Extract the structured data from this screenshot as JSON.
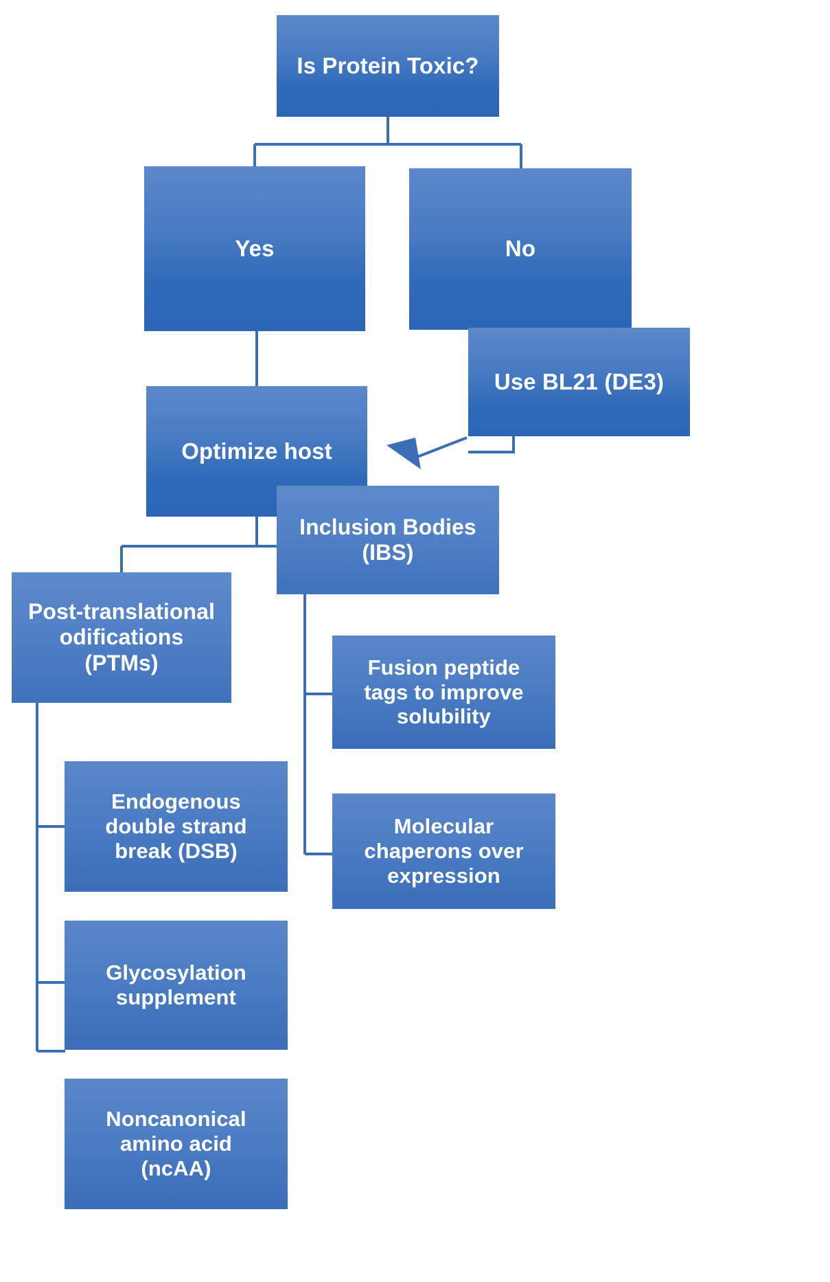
{
  "diagram": {
    "title": "Protein expression host selection decision flowchart",
    "colors": {
      "box_top": "#5b88ca",
      "box_bottom": "#2c66b4",
      "connector": "#3b6eb4",
      "text": "#ffffff",
      "background": "#ffffff"
    },
    "nodes": {
      "root": "Is Protein Toxic?",
      "yes": "Yes",
      "no": "No",
      "optimize_host": "Optimize host",
      "use_bl21": "Use BL21 (DE3)",
      "ptm": "Post-translational\nodifications\n(PTMs)",
      "inclusion_bodies": "Inclusion Bodies\n(IBS)",
      "dsb": "Endogenous\ndouble strand\nbreak (DSB)",
      "glycosylation": "Glycosylation\nsupplement",
      "ncaa": "Noncanonical\namino acid\n(ncAA)",
      "fusion_tags": "Fusion peptide\ntags to improve\nsolubility",
      "chaperons": "Molecular\nchaperons over\nexpression"
    }
  }
}
